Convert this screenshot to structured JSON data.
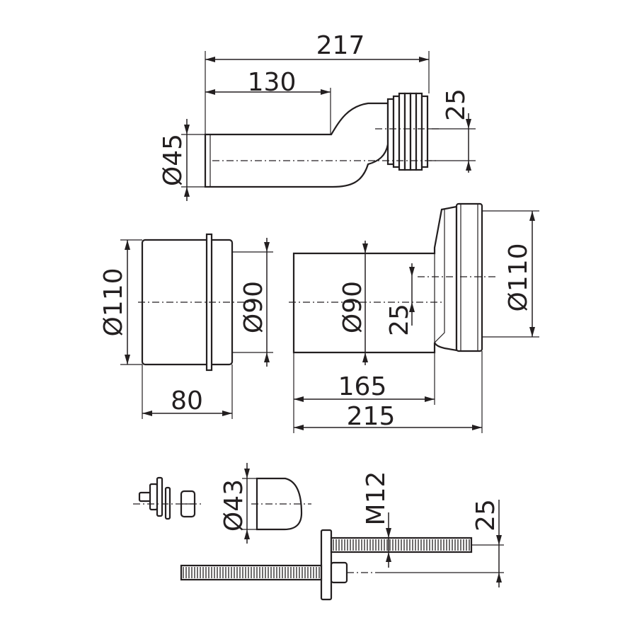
{
  "drawing": {
    "parts": [
      "outlet-pipe-elbow",
      "straight-connector",
      "eccentric-connector",
      "fixing-kit"
    ],
    "dimensions": {
      "top_length_total": "217",
      "top_length_straight": "130",
      "top_offset": "25",
      "top_diameter": "Ø45",
      "left_diameter_outer": "Ø110",
      "left_diameter_inner": "Ø90",
      "left_length": "80",
      "right_diameter_inner": "Ø90",
      "right_offset": "25",
      "right_diameter_outer": "Ø110",
      "right_length_body": "165",
      "right_length_total": "215",
      "cap_diameter": "Ø43",
      "bolt_thread": "M12",
      "bolt_offset": "25"
    }
  }
}
